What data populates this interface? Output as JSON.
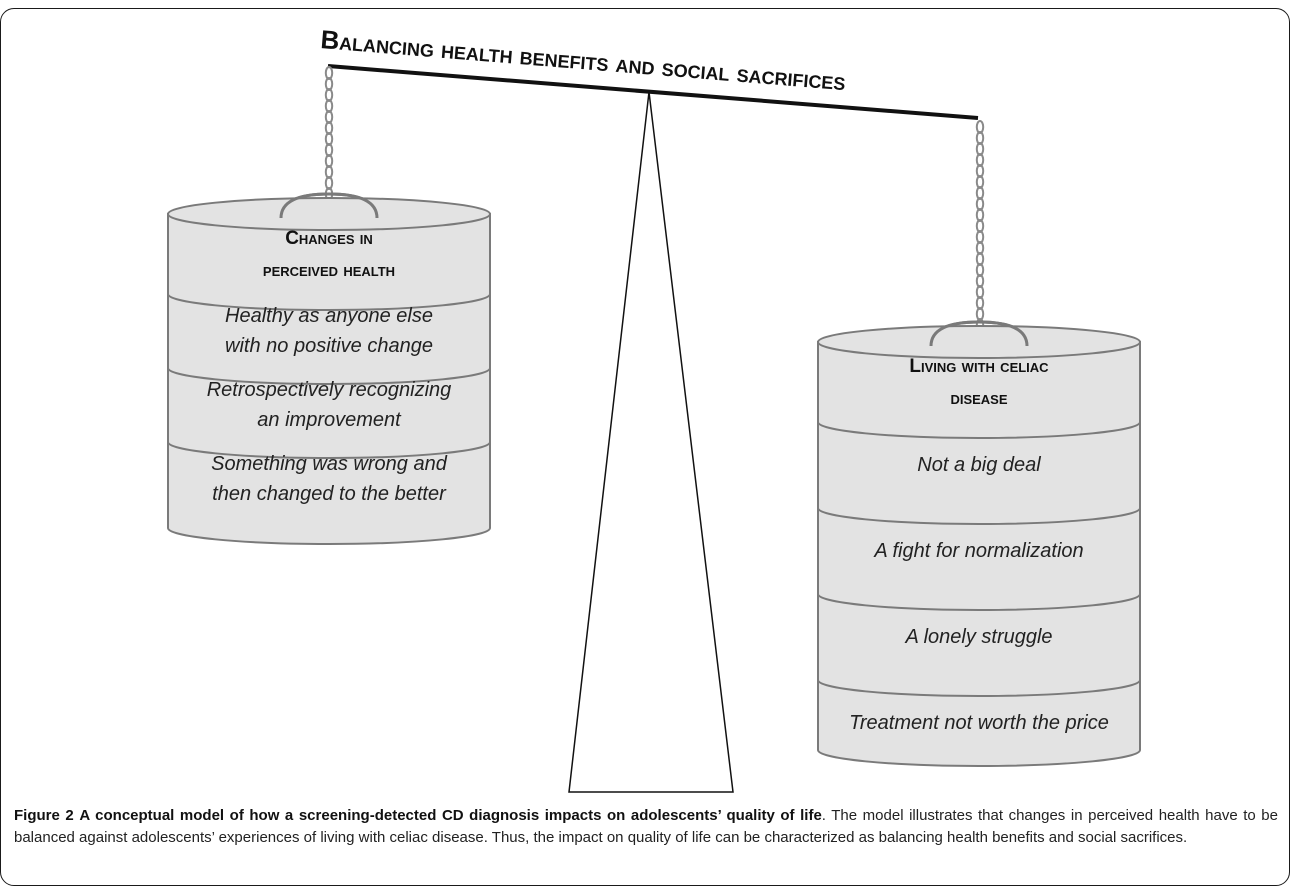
{
  "title": "Balancing health benefits and social sacrifices",
  "left_weight": {
    "heading": [
      "Changes in",
      "perceived health"
    ],
    "segments": [
      [
        "Healthy as anyone else",
        "with no positive change"
      ],
      [
        "Retrospectively recognizing",
        "an improvement"
      ],
      [
        "Something was wrong and",
        "then changed to the better"
      ]
    ]
  },
  "right_weight": {
    "heading": [
      "Living with celiac",
      "disease"
    ],
    "segments": [
      [
        "Not a big deal"
      ],
      [
        "A fight for normalization"
      ],
      [
        "A lonely struggle"
      ],
      [
        "Treatment not worth the price"
      ]
    ]
  },
  "caption": {
    "label": "Figure 2",
    "bold": "A conceptual model of how a screening-detected CD diagnosis impacts on adolescents’ quality of life",
    "text": ". The model illustrates that changes in perceived health have to be balanced against adolescents’ experiences of living with celiac disease. Thus, the impact on quality of life can be characterized as balancing health benefits and social sacrifices."
  },
  "colors": {
    "weight_fill": "#e3e3e3",
    "weight_stroke": "#7a7a7a",
    "chain": "#8a8a8a",
    "beam": "#111111"
  }
}
